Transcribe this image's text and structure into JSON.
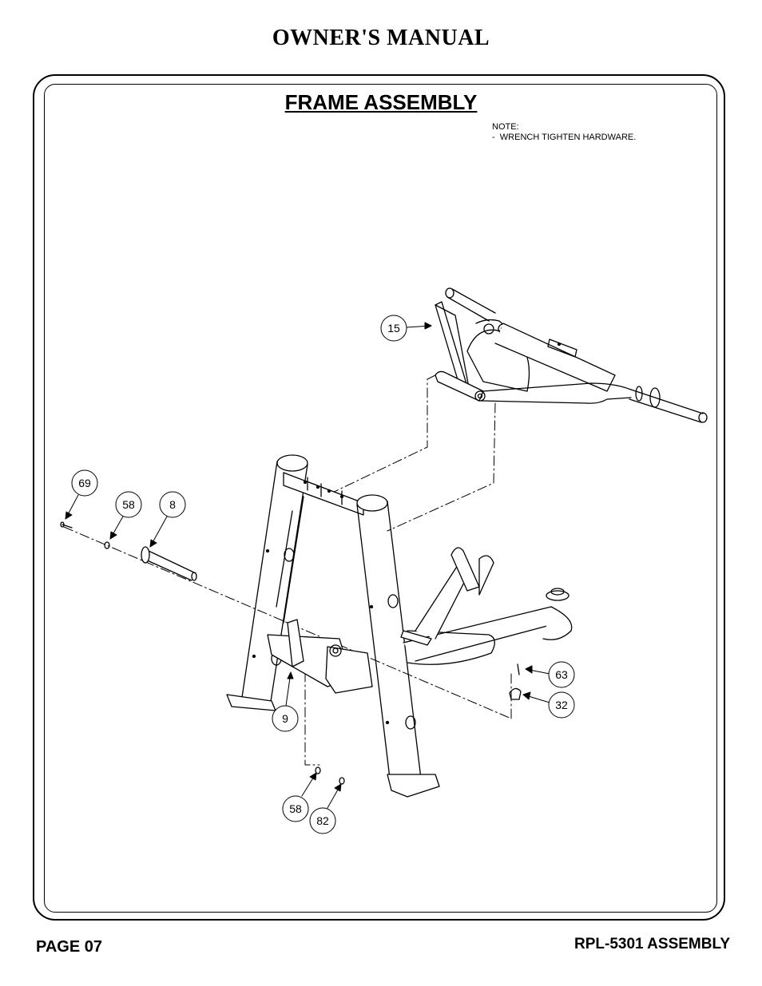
{
  "header": {
    "title": "OWNER'S MANUAL"
  },
  "section": {
    "title": "FRAME ASSEMBLY"
  },
  "note": {
    "text": "NOTE:\n-  WRENCH TIGHTEN HARDWARE."
  },
  "callouts": [
    {
      "id": "c15",
      "label": "15"
    },
    {
      "id": "c69",
      "label": "69"
    },
    {
      "id": "c58a",
      "label": "58"
    },
    {
      "id": "c8",
      "label": "8"
    },
    {
      "id": "c63",
      "label": "63"
    },
    {
      "id": "c32",
      "label": "32"
    },
    {
      "id": "c9",
      "label": "9"
    },
    {
      "id": "c58b",
      "label": "58"
    },
    {
      "id": "c82",
      "label": "82"
    }
  ],
  "footer": {
    "page": "PAGE 07",
    "model": "RPL-5301 ASSEMBLY"
  }
}
